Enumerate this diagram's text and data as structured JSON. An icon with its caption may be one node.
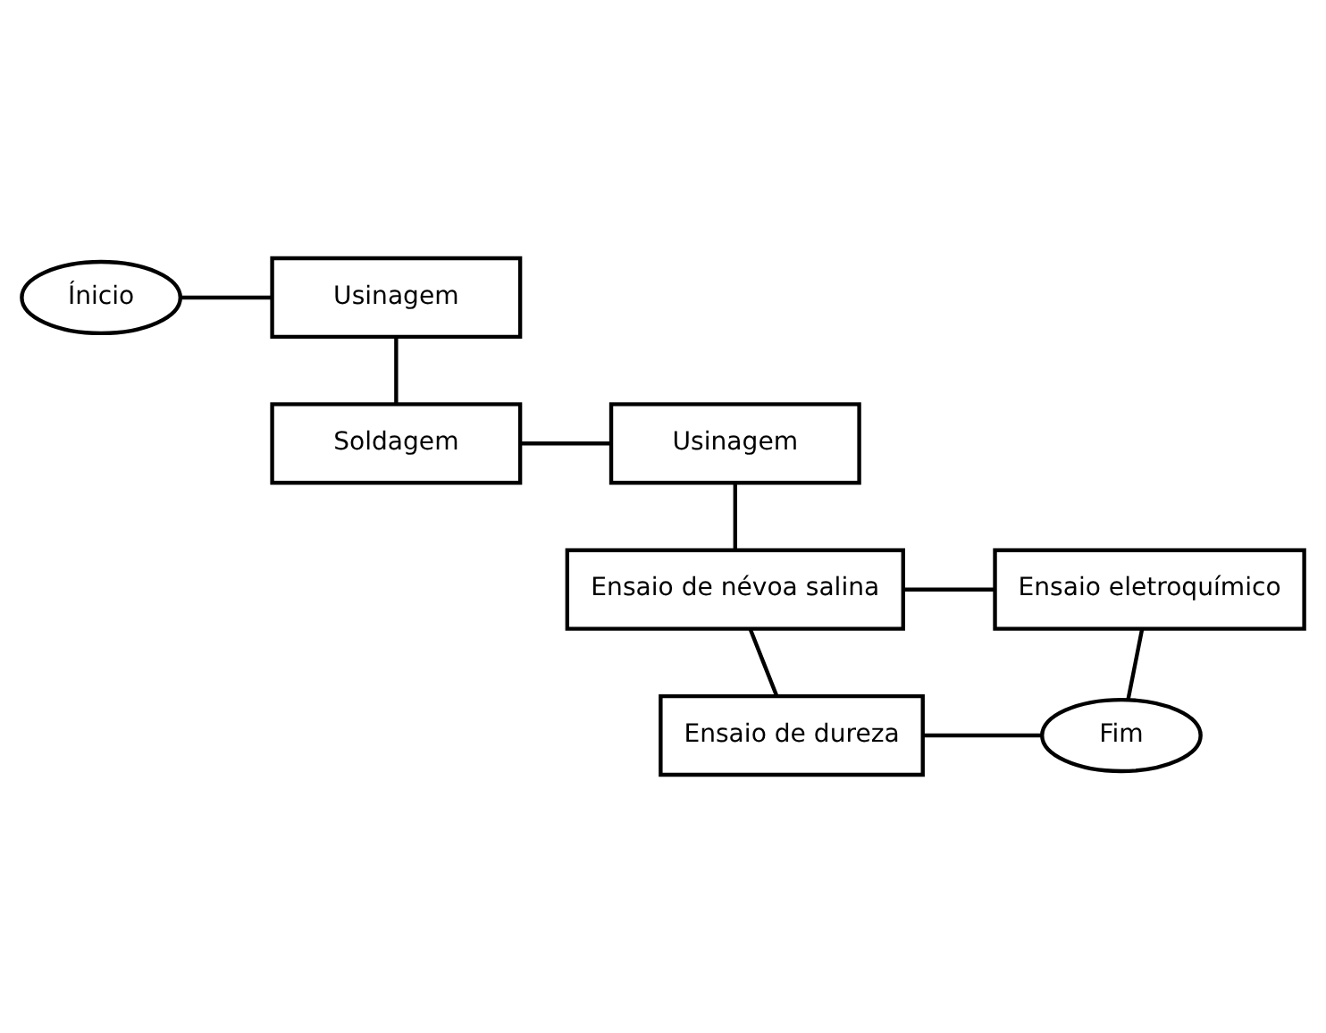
{
  "diagram": {
    "nodes": [
      {
        "text": [
          "Ínicio"
        ]
      },
      {
        "text": [
          "Usinagem"
        ]
      },
      {
        "text": [
          "Usinagem"
        ]
      },
      {
        "text": [
          "Soldagem"
        ]
      },
      {
        "text": [
          "Ensaio de névoa salina"
        ]
      },
      {
        "text": [
          "Ensaio eletroquímico"
        ]
      },
      {
        "text": [
          "Ensaio de dureza"
        ]
      },
      {
        "text": [
          "Fim"
        ]
      }
    ],
    "edges": [
      {
        "from": 0,
        "to": 1,
        "arrow": "none"
      },
      {
        "from": 1,
        "to": 3,
        "arrow": "none"
      },
      {
        "from": 3,
        "to": 2,
        "arrow": "none"
      },
      {
        "from": 2,
        "to": 4,
        "arrow": "none"
      },
      {
        "from": 4,
        "to": 5,
        "arrow": "none"
      },
      {
        "from": 4,
        "to": 6,
        "arrow": "none"
      },
      {
        "from": 5,
        "to": 7,
        "arrow": "none"
      },
      {
        "from": 6,
        "to": 7,
        "arrow": "none"
      }
    ]
  }
}
